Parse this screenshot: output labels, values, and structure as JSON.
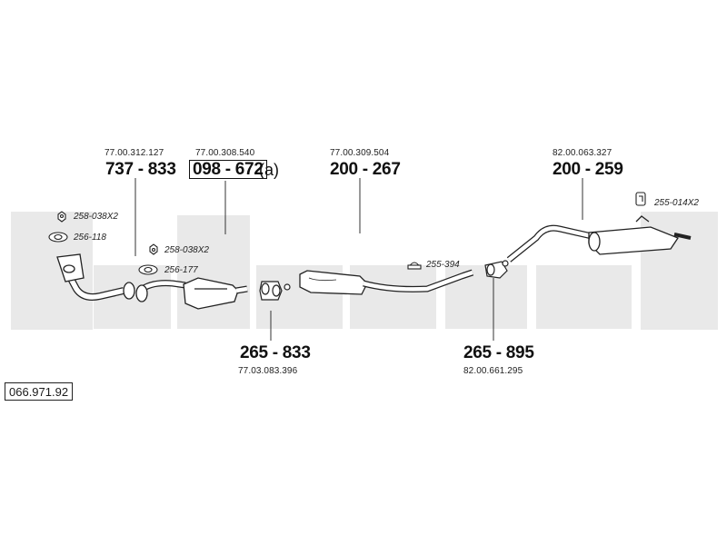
{
  "catalog_number": "066.971.92",
  "parts": {
    "front_pipe": {
      "ref": "77.00.312.127",
      "pn": "737 - 833"
    },
    "catalyst": {
      "ref": "77.00.308.540",
      "pn": "098 - 672",
      "suffix": "(a)"
    },
    "middle_silencer": {
      "ref": "77.00.309.504",
      "pn": "200 - 267"
    },
    "rear_silencer": {
      "ref": "82.00.063.327",
      "pn": "200 - 259"
    },
    "clamp_1": {
      "ref": "77.03.083.396",
      "pn": "265 - 833"
    },
    "clamp_2": {
      "ref": "82.00.661.295",
      "pn": "265 - 895"
    }
  },
  "accessories": {
    "nut_front": "258-038X2",
    "gasket_front": "256-118",
    "nut_cat": "258-038X2",
    "gasket_cat": "256-177",
    "hanger_mid": "255-394",
    "hanger_rear": "255-014X2"
  },
  "watermark_color": "#e9e9e9"
}
